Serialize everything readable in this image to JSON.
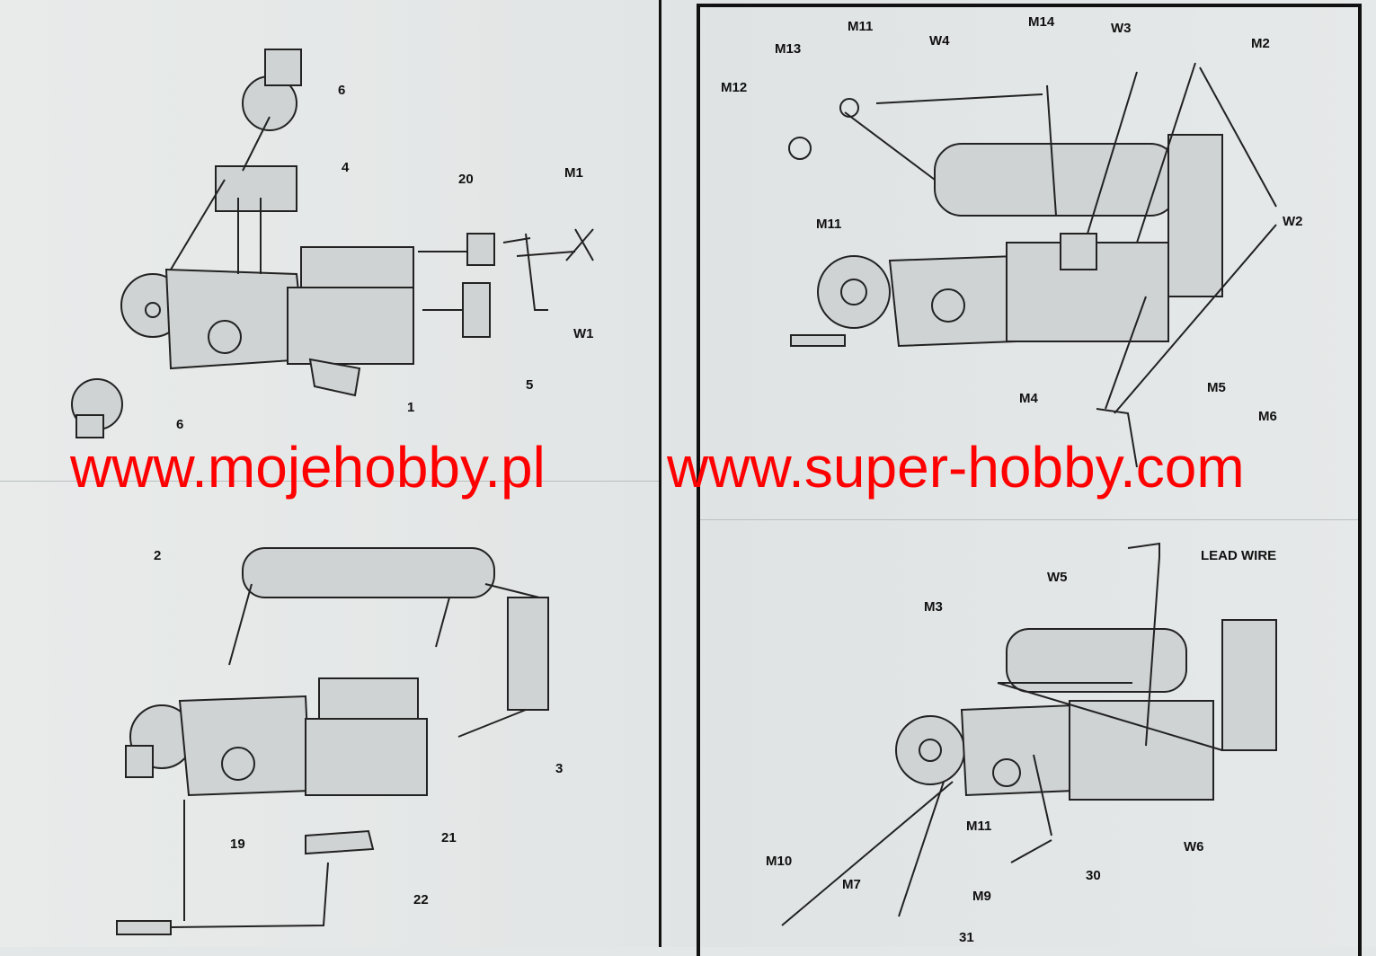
{
  "panels": {
    "top_left": {
      "labels": [
        "6",
        "4",
        "20",
        "M1",
        "W1",
        "5",
        "1",
        "6"
      ]
    },
    "top_right": {
      "labels": [
        "M11",
        "W4",
        "M14",
        "W3",
        "M2",
        "M13",
        "M12",
        "M11",
        "W2",
        "M4",
        "M5",
        "M6"
      ]
    },
    "bottom_left": {
      "labels": [
        "2",
        "3",
        "19",
        "21",
        "22"
      ]
    },
    "bottom_right": {
      "labels": [
        "LEAD WIRE",
        "W5",
        "M3",
        "M11",
        "W6",
        "30",
        "M10",
        "M9",
        "M7",
        "31"
      ]
    }
  },
  "watermarks": [
    "www.mojehobby.pl",
    "www.super-hobby.com"
  ],
  "colors": {
    "watermark": "#ff0000",
    "paper": "#e4e7e7",
    "ink": "#111111"
  }
}
